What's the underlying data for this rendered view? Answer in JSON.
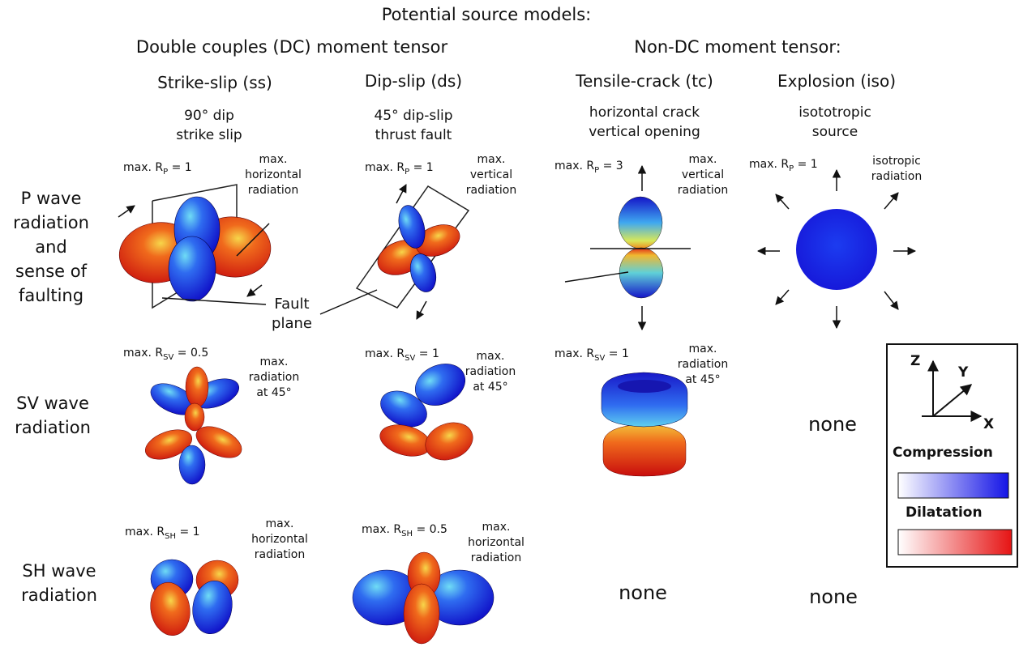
{
  "title": "Potential source models:",
  "groups": {
    "dc": "Double couples (DC) moment tensor",
    "nondc": "Non-DC moment tensor:"
  },
  "columns": {
    "ss": {
      "name": "Strike-slip (ss)",
      "desc1": "90° dip",
      "desc2": "strike slip"
    },
    "ds": {
      "name": "Dip-slip (ds)",
      "desc1": "45° dip-slip",
      "desc2": "thrust fault"
    },
    "tc": {
      "name": "Tensile-crack (tc)",
      "desc1": "horizontal crack",
      "desc2": "vertical opening"
    },
    "iso": {
      "name": "Explosion (iso)",
      "desc1": "isototropic",
      "desc2": "source"
    }
  },
  "rows": {
    "p": [
      "P wave",
      "radiation",
      "and",
      "sense of",
      "faulting"
    ],
    "sv": [
      "SV wave",
      "radiation"
    ],
    "sh": [
      "SH wave",
      "radiation"
    ]
  },
  "max_prefix": "max. R",
  "p_row": {
    "ss_max": {
      "sub": "P",
      "val": " = 1"
    },
    "ss_note": [
      "max.",
      "horizontal",
      "radiation"
    ],
    "ds_max": {
      "sub": "P",
      "val": " = 1"
    },
    "ds_note": [
      "max.",
      "vertical",
      "radiation"
    ],
    "tc_max": {
      "sub": "P",
      "val": " = 3"
    },
    "tc_note": [
      "max.",
      "vertical",
      "radiation"
    ],
    "iso_max": {
      "sub": "P",
      "val": " = 1"
    },
    "iso_note": [
      "isotropic",
      "radiation"
    ],
    "fault_plane": [
      "Fault",
      "plane"
    ]
  },
  "sv_row": {
    "ss_max": {
      "sub": "SV",
      "val": " = 0.5"
    },
    "ss_note": [
      "max.",
      "radiation",
      "at 45°"
    ],
    "ds_max": {
      "sub": "SV",
      "val": " = 1"
    },
    "ds_note": [
      "max.",
      "radiation",
      "at 45°"
    ],
    "tc_max": {
      "sub": "SV",
      "val": " = 1"
    },
    "tc_note": [
      "max.",
      "radiation",
      "at 45°"
    ],
    "iso_none": "none"
  },
  "sh_row": {
    "ss_max": {
      "sub": "SH",
      "val": " = 1"
    },
    "ss_note": [
      "max.",
      "horizontal",
      "radiation"
    ],
    "ds_max": {
      "sub": "SH",
      "val": " = 0.5"
    },
    "ds_note": [
      "max.",
      "horizontal",
      "radiation"
    ],
    "tc_none": "none",
    "iso_none": "none"
  },
  "legend": {
    "axes": {
      "z": "Z",
      "y": "Y",
      "x": "X"
    },
    "compression": "Compression",
    "dilatation": "Dilatation"
  },
  "colors": {
    "compression": "#1414e6",
    "dilatation": "#e61414",
    "mid": "#f0e628"
  }
}
